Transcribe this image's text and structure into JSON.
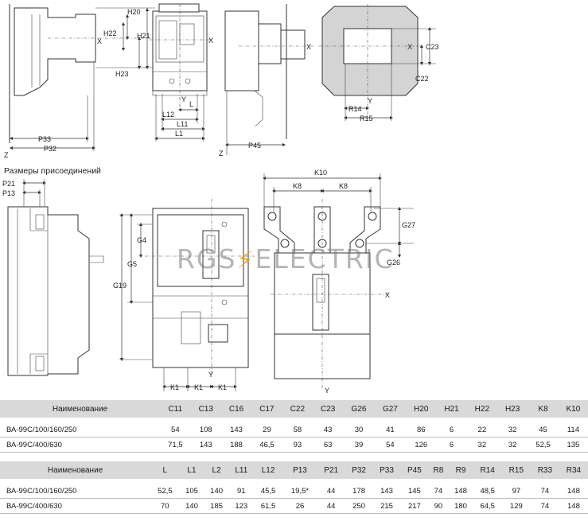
{
  "labels": {
    "p33": "P33",
    "p32": "P32",
    "h20": "H20",
    "h21": "H21",
    "h22": "H22",
    "h23": "H23",
    "x": "X",
    "y": "Y",
    "z": "Z",
    "l": "L",
    "l1": "L1",
    "l11": "L11",
    "l12": "L12",
    "p45": "P45",
    "c22": "C22",
    "c23": "C23",
    "r14": "R14",
    "r15": "R15",
    "p21": "P21",
    "p13": "P13",
    "g4": "G4",
    "g5": "G5",
    "g19": "G19",
    "k1": "K1",
    "k10": "K10",
    "k8": "K8",
    "g27": "G27",
    "g26": "G26"
  },
  "caption": "Размеры присоединений",
  "watermark": {
    "left": "RGS",
    "right": "ELECTRIC",
    "bolt": "⚡"
  },
  "table1": {
    "header": [
      "Наименование",
      "C11",
      "C13",
      "C16",
      "C17",
      "C22",
      "C23",
      "G26",
      "G27",
      "H20",
      "H21",
      "H22",
      "H23",
      "K8",
      "K10"
    ],
    "rows": [
      [
        "ВА-99С/100/160/250",
        "54",
        "108",
        "143",
        "29",
        "58",
        "43",
        "30",
        "41",
        "86",
        "6",
        "22",
        "32",
        "45",
        "114"
      ],
      [
        "ВА-99С/400/630",
        "71,5",
        "143",
        "188",
        "46,5",
        "93",
        "63",
        "39",
        "54",
        "126",
        "6",
        "32",
        "32",
        "52,5",
        "135"
      ]
    ]
  },
  "table2": {
    "header": [
      "Наименование",
      "L",
      "L1",
      "L2",
      "L11",
      "L12",
      "P13",
      "P21",
      "P32",
      "P33",
      "P45",
      "R8",
      "R9",
      "R14",
      "R15",
      "R33",
      "R34"
    ],
    "rows": [
      [
        "ВА-99С/100/160/250",
        "52,5",
        "105",
        "140",
        "91",
        "45,5",
        "19,5*",
        "44",
        "178",
        "143",
        "145",
        "74",
        "148",
        "48,5",
        "97",
        "74",
        "148"
      ],
      [
        "ВА-99С/400/630",
        "70",
        "140",
        "185",
        "123",
        "61,5",
        "26",
        "44",
        "250",
        "215",
        "217",
        "90",
        "180",
        "64,5",
        "129",
        "74",
        "148"
      ]
    ]
  }
}
